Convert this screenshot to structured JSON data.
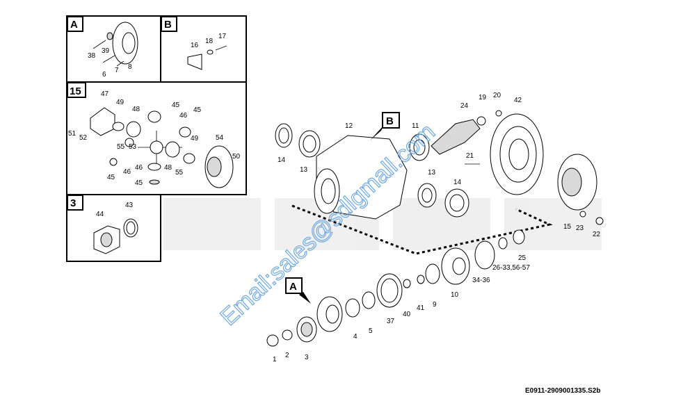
{
  "diagram": {
    "code": "E0911-2909001335.S2b",
    "watermark": "Email:sales@sdlgmall.com",
    "detail_boxes": [
      {
        "id": "A",
        "label": "A"
      },
      {
        "id": "B",
        "label": "B"
      },
      {
        "id": "15",
        "label": "15"
      },
      {
        "id": "3",
        "label": "3"
      }
    ],
    "callouts": {
      "A": "A",
      "B": "B"
    },
    "part_labels": {
      "p1": "1",
      "p2": "2",
      "p3": "3",
      "p4": "4",
      "p5": "5",
      "p6": "6",
      "p7": "7",
      "p8": "8",
      "p9": "9",
      "p10": "10",
      "p11": "11",
      "p12": "12",
      "p13a": "13",
      "p13b": "13",
      "p14a": "14",
      "p14b": "14",
      "p15": "15",
      "p16": "16",
      "p17": "17",
      "p18": "18",
      "p19": "19",
      "p20": "20",
      "p21": "21",
      "p22": "22",
      "p23": "23",
      "p24": "24",
      "p25": "25",
      "p26": "26-33,56-57",
      "p34": "34-36",
      "p37": "37",
      "p38": "38",
      "p39": "39",
      "p40": "40",
      "p41": "41",
      "p42": "42",
      "p43": "43",
      "p44": "44",
      "p45a": "45",
      "p45b": "45",
      "p45c": "45",
      "p45d": "45",
      "p46a": "46",
      "p46b": "46",
      "p46c": "46",
      "p47": "47",
      "p48a": "48",
      "p48b": "48",
      "p49a": "49",
      "p49b": "49",
      "p50": "50",
      "p51": "51",
      "p52": "52",
      "p53": "53",
      "p54": "54",
      "p55a": "55",
      "p55b": "55"
    }
  }
}
